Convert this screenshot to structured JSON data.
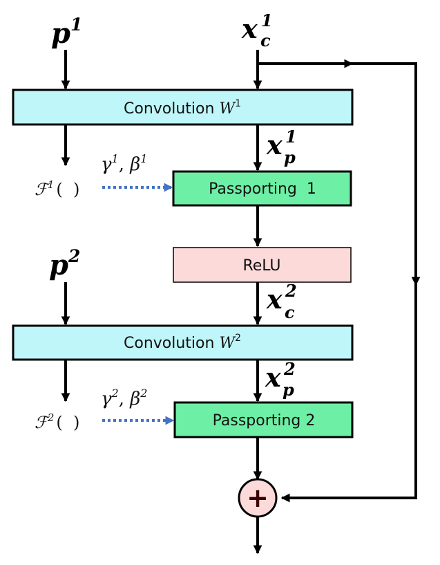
{
  "inputs": {
    "p1_base": "p",
    "p1_sup": "1",
    "xc1_base": "x",
    "xc1_sup": "1",
    "xc1_sub": "c",
    "p2_base": "p",
    "p2_sup": "2"
  },
  "blocks": {
    "conv1_text": "Convolution ",
    "conv1_var": "W",
    "conv1_sup": "1",
    "pass1": "Passporting  1",
    "relu": "ReLU",
    "conv2_text": "Convolution ",
    "conv2_var": "W",
    "conv2_sup": "2",
    "pass2": "Passporting 2",
    "add": "+"
  },
  "signals": {
    "xp1_base": "x",
    "xp1_sup": "1",
    "xp1_sub": "p",
    "xc2_base": "x",
    "xc2_sup": "2",
    "xc2_sub": "c",
    "xp2_base": "x",
    "xp2_sup": "2",
    "xp2_sub": "p"
  },
  "functions": {
    "f1_base": "ℱ",
    "f1_sup": "1",
    "f1_args": "(  )",
    "g1_gamma": "γ",
    "g1_gamma_sup": "1",
    "g1_comma": ", ",
    "g1_beta": "β",
    "g1_beta_sup": "1",
    "f2_base": "ℱ",
    "f2_sup": "2",
    "f2_args": "(  )",
    "g2_gamma": "γ",
    "g2_gamma_sup": "2",
    "g2_comma": ", ",
    "g2_beta": "β",
    "g2_beta_sup": "2"
  },
  "colors": {
    "conv_fill": "#bff6f9",
    "passport_fill": "#6df0a6",
    "relu_fill": "#fddada",
    "add_fill": "#fddada",
    "dotted_arrow": "#4472c4",
    "line": "#000000"
  }
}
